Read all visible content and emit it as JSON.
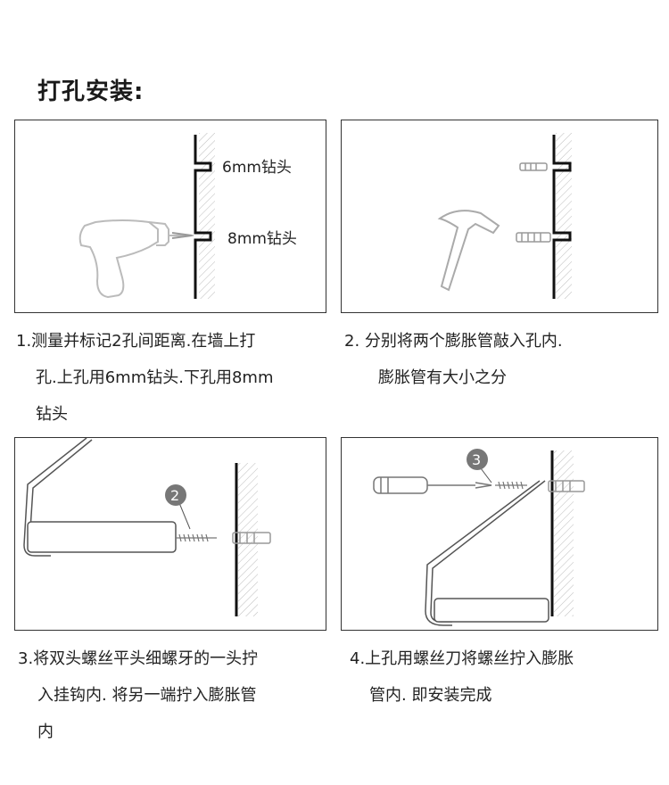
{
  "title": "打孔安装:",
  "panels": {
    "p1": {
      "label_top": "6mm钻头",
      "label_bottom": "8mm钻头"
    },
    "p3": {
      "badge": "2"
    },
    "p4": {
      "badge": "3"
    }
  },
  "steps": [
    {
      "lines": [
        "1.测量并标记2孔间距离.在墙上打",
        "孔.上孔用6mm钻头.下孔用8mm",
        "钻头"
      ]
    },
    {
      "lines": [
        "2. 分别将两个膨胀管敲入孔内.",
        "膨胀管有大小之分"
      ]
    },
    {
      "lines": [
        "3.将双头螺丝平头细螺牙的一头拧",
        "入挂钩内. 将另一端拧入膨胀管",
        "内"
      ]
    },
    {
      "lines": [
        "4.上孔用螺丝刀将螺丝拧入膨胀",
        "管内. 即安装完成"
      ]
    }
  ]
}
